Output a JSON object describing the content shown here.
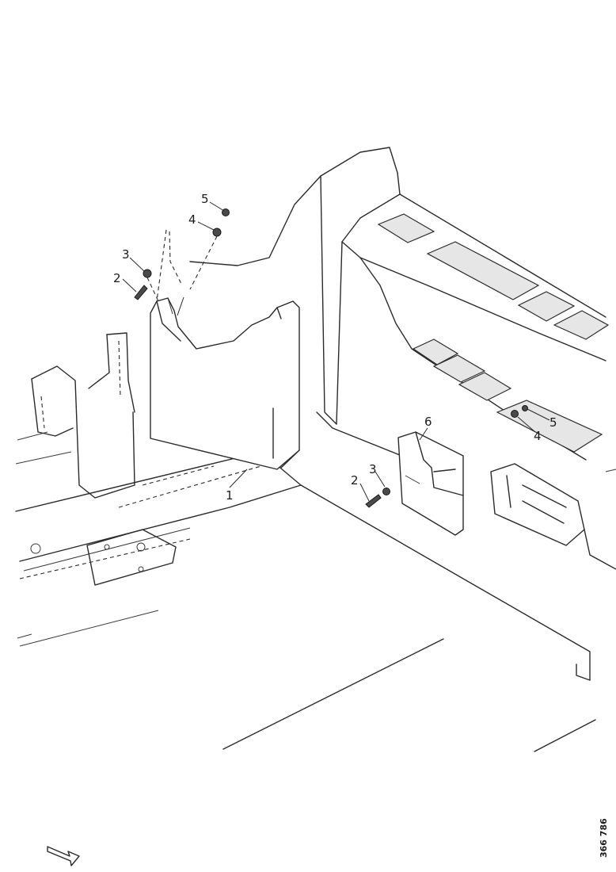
{
  "callouts": {
    "c1": "1",
    "c2_left": "2",
    "c2_right": "2",
    "c3_left": "3",
    "c3_right": "3",
    "c4_left": "4",
    "c4_right": "4",
    "c5_left": "5",
    "c5_right": "5",
    "c6": "6"
  },
  "document_number": "366 786",
  "icons": {
    "orientation": "forward-direction-arrow-icon"
  }
}
